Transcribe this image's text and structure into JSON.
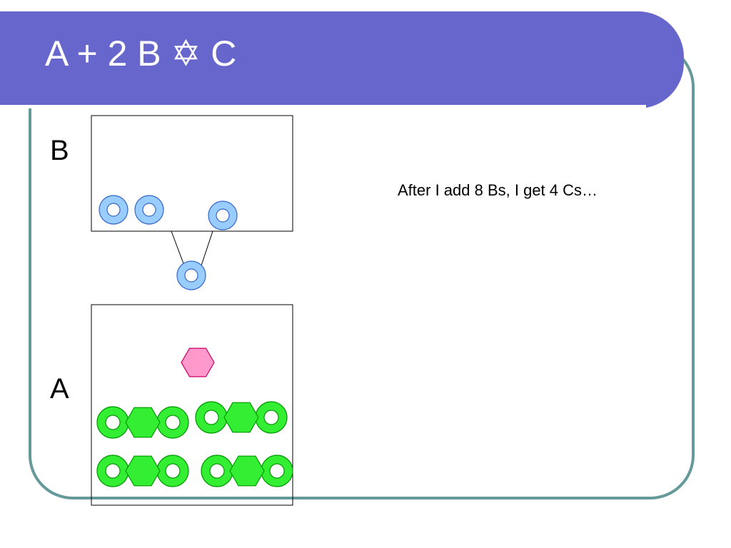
{
  "slide": {
    "title": "A + 2 B ✡ C",
    "body": "After I add 8 Bs, I get 4 Cs…"
  },
  "diagram": {
    "container_b_label": "B",
    "container_a_label": "A",
    "container_b_contents": {
      "b_molecules": 3
    },
    "in_transit": {
      "b_molecules": 1
    },
    "container_a_contents": {
      "c_complexes": 4,
      "a_molecules": 1
    }
  },
  "colors": {
    "title_bar": "#6666cc",
    "frame_border": "#669999",
    "b_fill": "#99ccff",
    "b_stroke": "#3366cc",
    "c_fill": "#33ee33",
    "c_stroke": "#009900",
    "a_fill": "#ff99cc",
    "a_stroke": "#cc0066"
  },
  "icons": {
    "title_arrow": "star-of-david-icon",
    "b_molecule": "ring-icon",
    "a_molecule": "hexagon-icon",
    "c_complex": "ring-hexagon-ring-icon"
  }
}
